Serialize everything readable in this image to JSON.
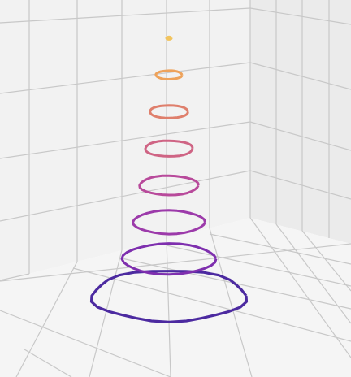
{
  "chart_data": {
    "type": "line",
    "projection": "3d",
    "grid": true,
    "legend": "none",
    "pane_color": "#f2f2f2",
    "grid_color": "#c8c8c8",
    "series": [
      {
        "z": 0,
        "radius": 1.0,
        "color": "#4c2aa0"
      },
      {
        "z": 1,
        "radius": 0.6,
        "color": "#7e2fae"
      },
      {
        "z": 2,
        "radius": 0.46,
        "color": "#9c3aaa"
      },
      {
        "z": 3,
        "radius": 0.38,
        "color": "#b84a9b"
      },
      {
        "z": 4,
        "radius": 0.31,
        "color": "#cf6484"
      },
      {
        "z": 5,
        "radius": 0.25,
        "color": "#df7f6c"
      },
      {
        "z": 6,
        "radius": 0.17,
        "color": "#eea25a"
      },
      {
        "z": 7,
        "radius": 0.03,
        "color": "#f2c45e"
      }
    ]
  }
}
